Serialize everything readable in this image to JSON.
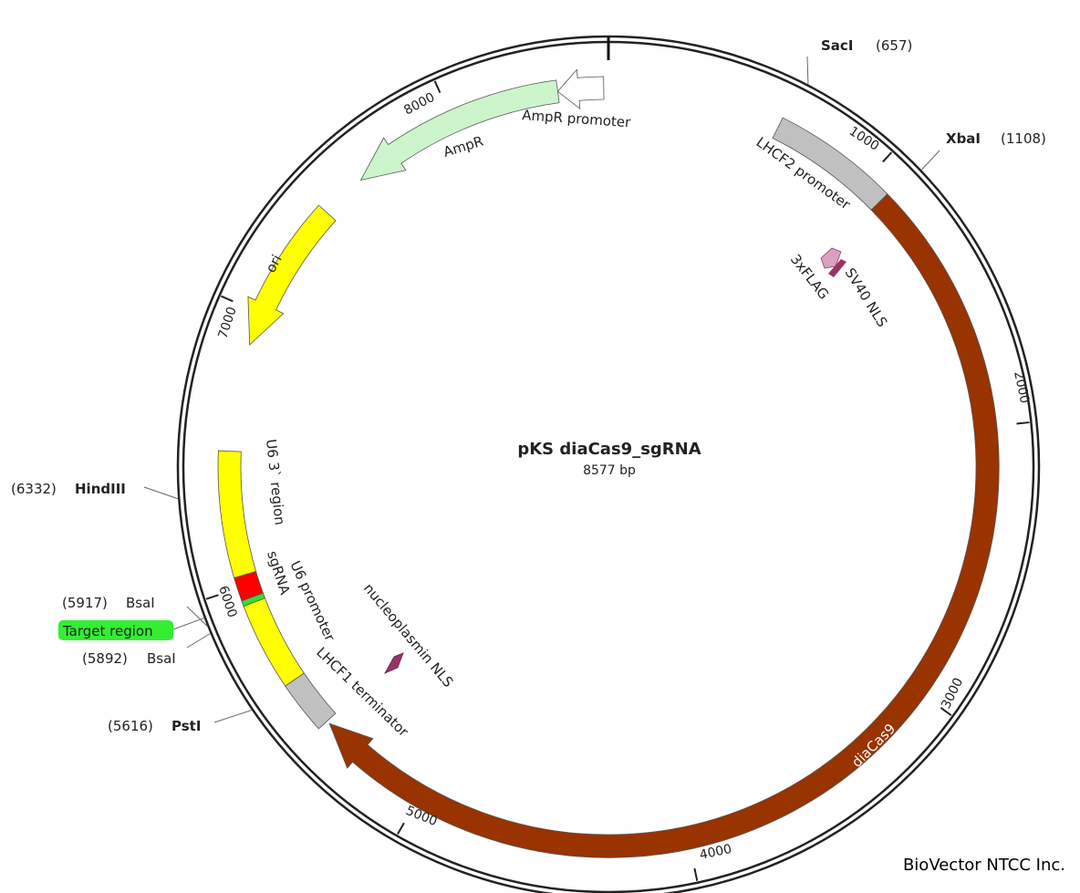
{
  "plasmid": {
    "name": "pKS diaCas9_sgRNA",
    "size_label": "8577 bp",
    "length_bp": 8577
  },
  "colors": {
    "backbone": "#222222",
    "ampr": "#ccf5cc",
    "ampr_promoter": "#ffffff",
    "ori": "#ffff00",
    "promoter_grey": "#c0c0c0",
    "diacas9": "#993300",
    "u6": "#ffff00",
    "sgrna": "#ff0000",
    "target": "#33dd33",
    "flag": "#d9a0c0",
    "nls": "#993366"
  },
  "features": [
    {
      "id": "lhcf2",
      "label": "LHCF2 promoter",
      "start": 632,
      "end": 1087,
      "color": "#c0c0c0",
      "type": "box"
    },
    {
      "id": "diacas9",
      "label": "diaCas9",
      "start": 1087,
      "end": 5418,
      "color": "#993300",
      "type": "arrow-cw"
    },
    {
      "id": "lhcf1",
      "label": "LHCF1 terminator",
      "start": 5430,
      "end": 5620,
      "color": "#c0c0c0",
      "type": "box"
    },
    {
      "id": "u6promoter",
      "label": "U6 promoter",
      "start": 5620,
      "end": 5935,
      "color": "#ffff00",
      "type": "box"
    },
    {
      "id": "target",
      "label": "Target region",
      "start": 5935,
      "end": 5955,
      "color": "#33dd33",
      "type": "box"
    },
    {
      "id": "sgrna",
      "label": "sgRNA",
      "start": 5955,
      "end": 6040,
      "color": "#ff0000",
      "type": "box"
    },
    {
      "id": "u63",
      "label": "U6 3` region",
      "start": 6040,
      "end": 6490,
      "color": "#ffff00",
      "type": "box"
    },
    {
      "id": "ori",
      "label": "ori",
      "start": 6881,
      "end": 7436,
      "color": "#ffff00",
      "type": "arrow-ccw"
    },
    {
      "id": "ampr",
      "label": "AmpR",
      "start": 7605,
      "end": 8394,
      "color": "#ccf5cc",
      "type": "arrow-ccw"
    },
    {
      "id": "amprpromoter",
      "label": "AmpR promoter",
      "start": 8394,
      "end": 8560,
      "color": "#ffffff",
      "type": "arrow-ccw"
    }
  ],
  "small_features": {
    "flag": "3xFLAG",
    "sv40": "SV40 NLS",
    "nucleoplasmin": "nucleoplasmin NLS"
  },
  "ticks": [
    {
      "bp": 1000,
      "label": "1000"
    },
    {
      "bp": 2000,
      "label": "2000"
    },
    {
      "bp": 3000,
      "label": "3000"
    },
    {
      "bp": 4000,
      "label": "4000"
    },
    {
      "bp": 5000,
      "label": "5000"
    },
    {
      "bp": 6000,
      "label": "6000"
    },
    {
      "bp": 7000,
      "label": "7000"
    },
    {
      "bp": 8000,
      "label": "8000"
    }
  ],
  "sites": [
    {
      "name": "SacI",
      "pos": "(657)",
      "bp": 657
    },
    {
      "name": "XbaI",
      "pos": "(1108)",
      "bp": 1108
    },
    {
      "name": "HindIII",
      "pos": "(6332)",
      "bp": 6332
    },
    {
      "name": "BsaI",
      "pos": "(5917)",
      "bp": 5917
    },
    {
      "name": "BsaI",
      "pos": "(5892)",
      "bp": 5892
    },
    {
      "name": "PstI",
      "pos": "(5616)",
      "bp": 5616
    }
  ],
  "target_label": "Target region",
  "footer": "BioVector NTCC Inc."
}
